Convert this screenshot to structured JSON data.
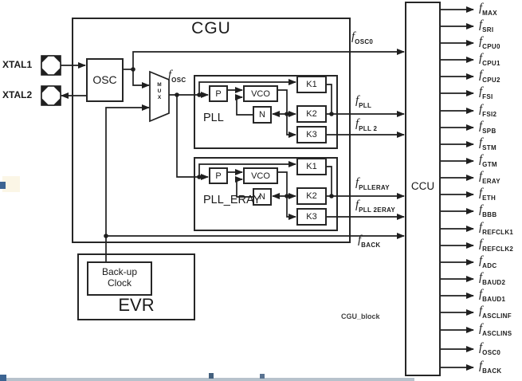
{
  "f_prefix": "f",
  "blocks": {
    "cgu_title": "CGU",
    "ccu_label": "CCU",
    "evr_label": "EVR",
    "osc_label": "OSC",
    "backup_line1": "Back-up",
    "backup_line2": "Clock",
    "xtal1_label": "XTAL1",
    "xtal2_label": "XTAL2",
    "mux": [
      "M",
      "U",
      "X"
    ],
    "pll": {
      "title": "PLL",
      "p": "P",
      "vco": "VCO",
      "n": "N",
      "k1": "K1",
      "k2": "K2",
      "k3": "K3"
    },
    "pll_eray": {
      "title": "PLL_ERAY",
      "p": "P",
      "vco": "VCO",
      "n": "N",
      "k1": "K1",
      "k2": "K2",
      "k3": "K3"
    },
    "caption": "CGU_block"
  },
  "inner_signals": {
    "osc0": "OSC0",
    "osc": "OSC",
    "pll": "PLL",
    "pll2": "PLL 2",
    "plleray": "PLLERAY",
    "pll2eray": "PLL 2ERAY",
    "back": "BACK"
  },
  "ccu_outputs": [
    "MAX",
    "SRI",
    "CPU0",
    "CPU1",
    "CPU2",
    "FSI",
    "FSI2",
    "SPB",
    "STM",
    "GTM",
    "ERAY",
    "ETH",
    "BBB",
    "REFCLK1",
    "REFCLK2",
    "ADC",
    "BAUD2",
    "BAUD1",
    "ASCLINF",
    "ASCLINS",
    "OSC0",
    "BACK"
  ]
}
